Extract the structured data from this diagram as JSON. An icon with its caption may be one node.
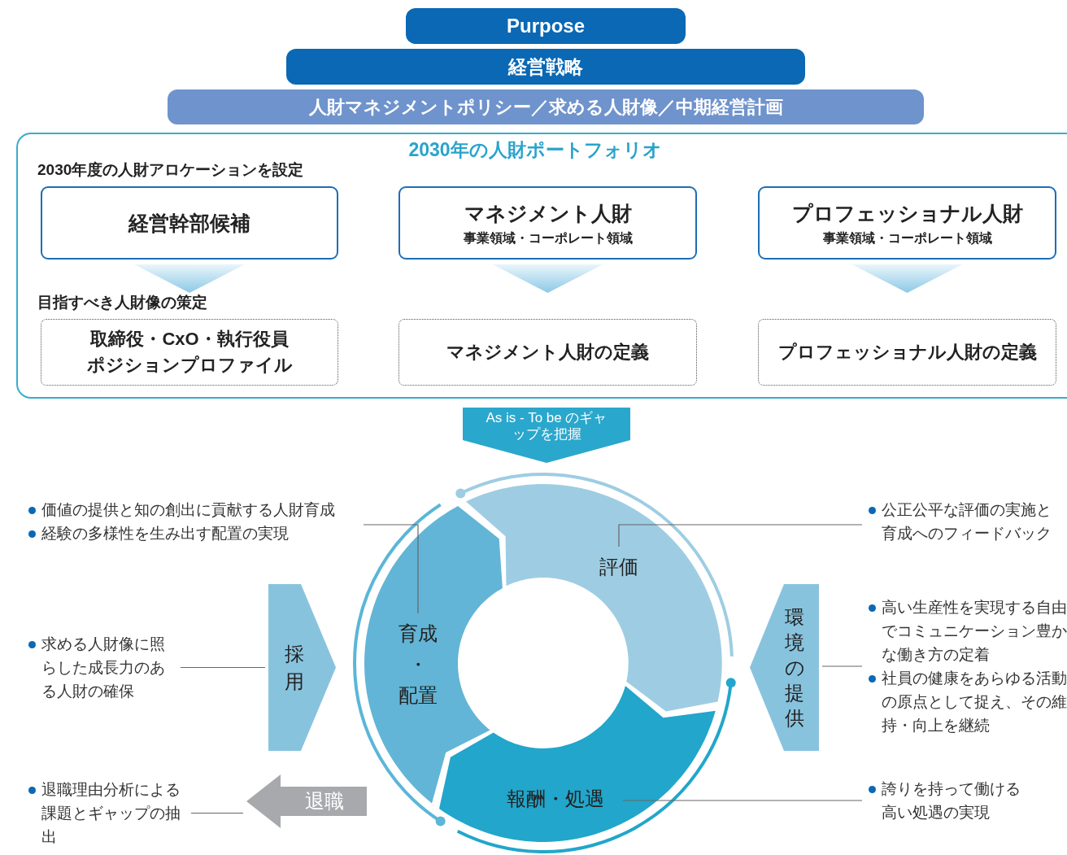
{
  "diagram": {
    "nodes": [
      {
        "text": [
          "Purpose"
        ]
      },
      {
        "text": [
          "経営戦略"
        ]
      },
      {
        "text": [
          "人財マネジメントポリシー／求める人財像／中期経営計画"
        ]
      },
      {
        "text": [
          "2030年の人財ポートフォリオ"
        ]
      },
      {
        "text": [
          "経営幹部候補"
        ],
        "in": 3
      },
      {
        "text": [
          "マネジメント人財",
          "事業領域・コーポレート領域"
        ],
        "in": 3
      },
      {
        "text": [
          "プロフェッショナル人財",
          "事業領域・コーポレート領域"
        ],
        "in": 3
      },
      {
        "text": [
          "取締役・CxO・執行役員ポジションプロファイル"
        ],
        "in": 3
      },
      {
        "text": [
          "マネジメント人財の定義"
        ],
        "in": 3
      },
      {
        "text": [
          "プロフェッショナル人財の定義"
        ],
        "in": 3
      },
      {
        "text": [
          "As is - To be のギャップを把握"
        ]
      },
      {
        "text": [
          "育成・配置"
        ]
      },
      {
        "text": [
          "評価"
        ]
      },
      {
        "text": [
          "報酬・処遇"
        ]
      },
      {
        "text": [
          "採用"
        ]
      },
      {
        "text": [
          "環境の提供"
        ]
      },
      {
        "text": [
          "退職"
        ]
      },
      {
        "text": [
          "価値の提供と知の創出に貢献する人財育成",
          "経験の多様性を生み出す配置の実現"
        ]
      },
      {
        "text": [
          "求める人財像に照らした成長力のある人財の確保"
        ]
      },
      {
        "text": [
          "退職理由分析による課題とギャップの抽出"
        ]
      },
      {
        "text": [
          "公正公平な評価の実施と育成へのフィードバック"
        ]
      },
      {
        "text": [
          "高い生産性を実現する自由でコミュニケーション豊かな働き方の定着",
          "社員の健康をあらゆる活動の原点として捉え、その維持・向上を継続"
        ]
      },
      {
        "text": [
          "誇りを持って働ける高い処遇の実現"
        ]
      }
    ],
    "edges": [
      {
        "from": 17,
        "to": 11,
        "arrow": "none"
      },
      {
        "from": 18,
        "to": 14,
        "arrow": "none"
      },
      {
        "from": 19,
        "to": 16,
        "arrow": "none"
      },
      {
        "from": 20,
        "to": 12,
        "arrow": "none"
      },
      {
        "from": 21,
        "to": 15,
        "arrow": "none"
      },
      {
        "from": 22,
        "to": 13,
        "arrow": "none"
      },
      {
        "from": 4,
        "to": 7,
        "arrow": "to"
      },
      {
        "from": 5,
        "to": 8,
        "arrow": "to"
      },
      {
        "from": 6,
        "to": 9,
        "arrow": "to"
      }
    ],
    "labels": [
      "2030年度の人財アロケーションを設定",
      "目指すべき人財像の策定"
    ]
  }
}
